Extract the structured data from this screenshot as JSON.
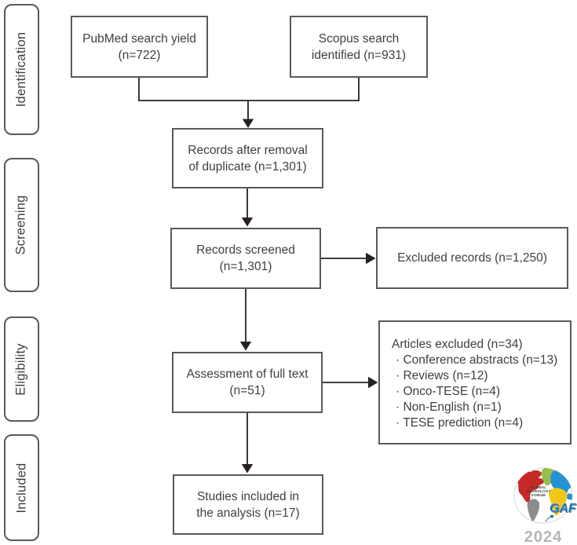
{
  "stages": [
    {
      "label": "Identification"
    },
    {
      "label": "Screening"
    },
    {
      "label": "Eligibility"
    },
    {
      "label": "Included"
    }
  ],
  "boxes": {
    "pubmed": {
      "line1": "PubMed search yield",
      "line2": "(n=722)"
    },
    "scopus": {
      "line1": "Scopus search",
      "line2": "identified (n=931)"
    },
    "duplicates": {
      "line1": "Records after removal",
      "line2": "of duplicate (n=1,301)"
    },
    "screened": {
      "line1": "Records screened",
      "line2": "(n=1,301)"
    },
    "excluded_records": {
      "line1": "Excluded records (n=1,250)"
    },
    "full_text": {
      "line1": "Assessment of full text",
      "line2": "(n=51)"
    },
    "articles_excluded": {
      "title": "Articles excluded (n=34)",
      "items": [
        "· Conference abstracts (n=13)",
        "· Reviews (n=12)",
        "· Onco-TESE (n=4)",
        "· Non-English (n=1)",
        "· TESE prediction (n=4)"
      ]
    },
    "included_studies": {
      "line1": "Studies included in",
      "line2": "the analysis (n=17)"
    }
  },
  "logo": {
    "org_line1": "GLOBAL",
    "org_line2": "ANDROLOGY",
    "org_line3": "FORUM",
    "acronym": "GAF",
    "year": "2024"
  },
  "colors": {
    "border": "#58595b",
    "line": "#272220",
    "text": "#3f3e40",
    "bg": "#ffffff",
    "year": "#b5b6b8"
  }
}
